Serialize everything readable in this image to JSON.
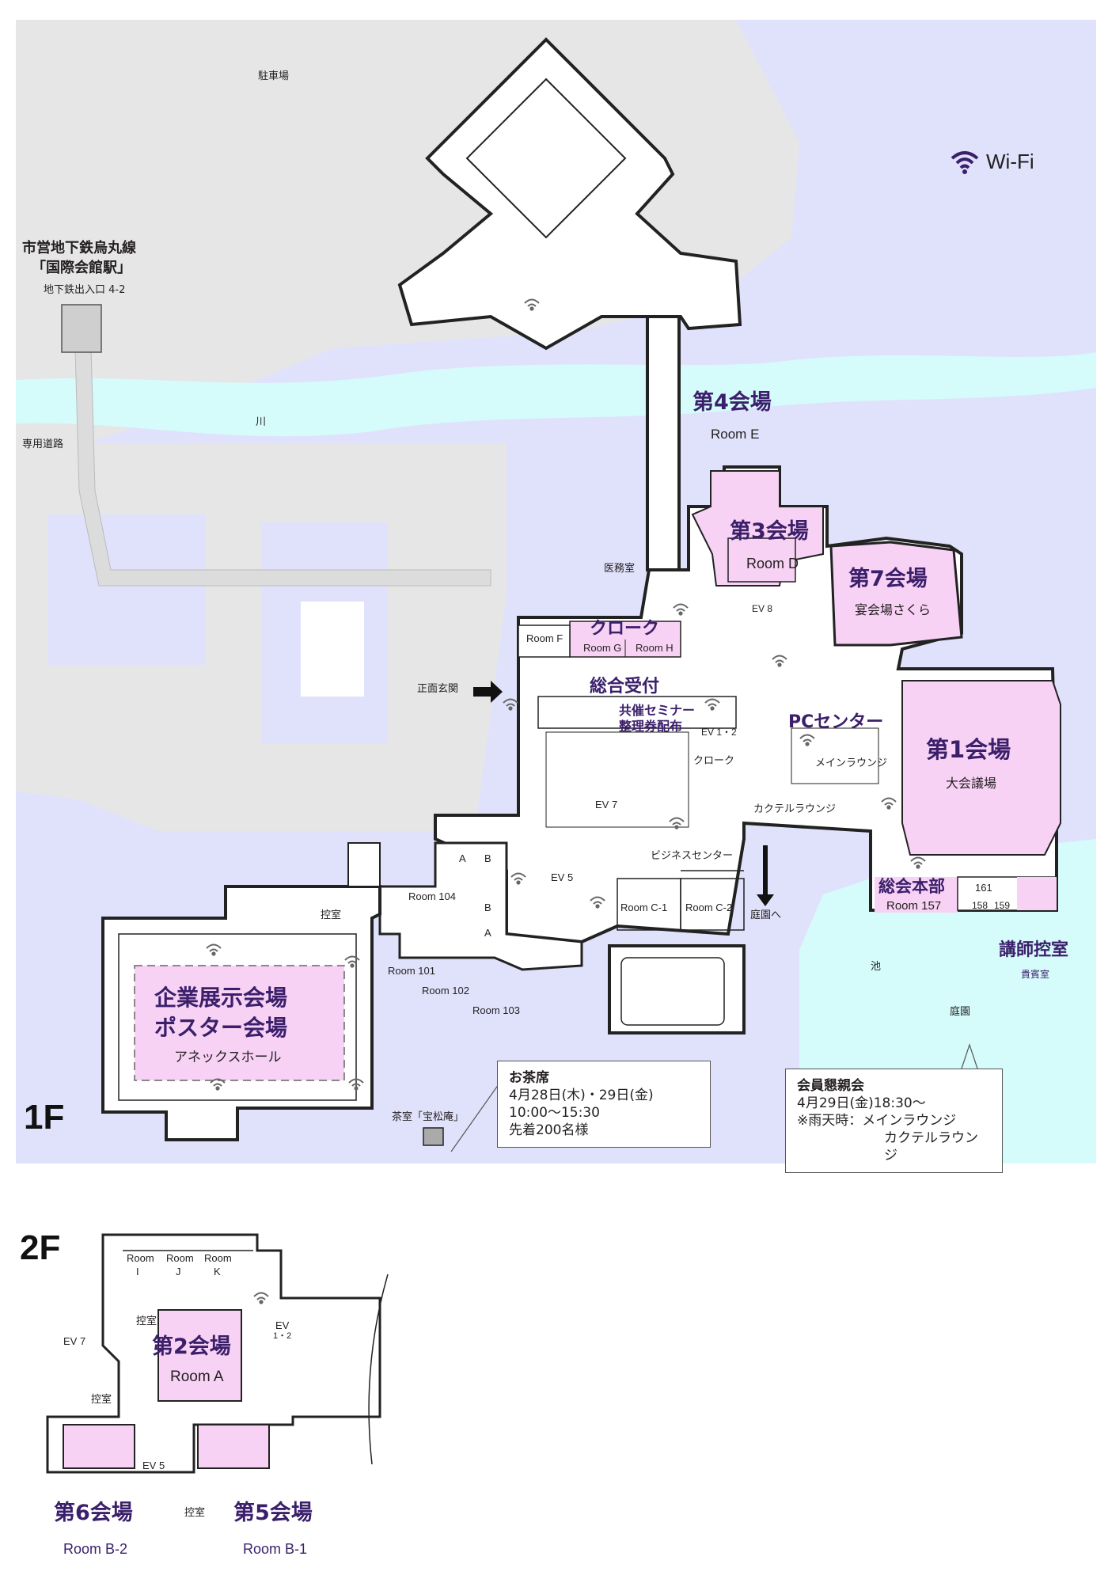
{
  "legend": {
    "wifi_label": "Wi-Fi",
    "wifi_icon": "wifi-icon"
  },
  "colors": {
    "water": "#e0e2fb",
    "river": "#d5fbfb",
    "road": "#e6e6e6",
    "hall": "#f7d2f4",
    "building": "#ffffff",
    "label": "#3b1f6b"
  },
  "floors": {
    "f1": "1F",
    "f2": "2F"
  },
  "surroundings": {
    "parking": "駐車場",
    "subway_line1": "市営地下鉄烏丸線",
    "subway_line2": "「国際会館駅」",
    "subway_exit": "地下鉄出入口 4-2",
    "river": "川",
    "private_road": "専用道路",
    "main_entrance": "正面玄関",
    "to_garden": "庭園へ",
    "pond": "池",
    "garden": "庭園",
    "tea_room": "茶室「宝松庵」"
  },
  "venues_1f": {
    "room4": "第4会場",
    "room4_sub": "Room E",
    "room3": "第3会場",
    "room3_sub": "Room D",
    "room7": "第7会場",
    "room7_sub": "宴会場さくら",
    "cloak": "クローク",
    "reception": "総合受付",
    "seminar1": "共催セミナー",
    "seminar2": "整理券配布",
    "pc_center": "PCセンター",
    "room1": "第1会場",
    "room1_sub": "大会議場",
    "hq": "総会本部",
    "hq_sub": "Room 157",
    "speaker": "講師控室",
    "speaker_sub": "貴賓室",
    "expo1": "企業展示会場",
    "expo2": "ポスター会場",
    "expo_sub": "アネックスホール"
  },
  "rooms_1f": {
    "room_f": "Room F",
    "room_g": "Room G",
    "room_h": "Room H",
    "medical": "医務室",
    "ev8": "EV 8",
    "ev12": "EV 1・2",
    "cloak_small": "クローク",
    "main_lounge": "メインラウンジ",
    "cocktail": "カクテルラウンジ",
    "ev7": "EV 7",
    "business": "ビジネスセンター",
    "ev5": "EV 5",
    "room_c1": "Room C-1",
    "room_c2": "Room C-2",
    "room104": "Room 104",
    "room101": "Room 101",
    "room102": "Room 102",
    "room103": "Room 103",
    "a": "A",
    "b": "B",
    "r161": "161",
    "r158": "158",
    "r159": "159",
    "waiting": "控室"
  },
  "tea_box": {
    "title": "お茶席",
    "line1": "4月28日(木)・29日(金)",
    "line2": "10:00～15:30",
    "line3": "先着200名様"
  },
  "party_box": {
    "title": "会員懇親会",
    "line1": "4月29日(金)18:30～",
    "line2": "※雨天時：メインラウンジ",
    "line3": "カクテルラウンジ"
  },
  "f2": {
    "room_i1": "Room",
    "room_i2": "I",
    "room_j1": "Room",
    "room_j2": "J",
    "room_k1": "Room",
    "room_k2": "K",
    "waiting": "控室",
    "ev7": "EV 7",
    "ev_a": "EV",
    "ev_b": "1・2",
    "room2": "第2会場",
    "room2_sub": "Room A",
    "waiting2": "控室",
    "ev5": "EV 5",
    "waiting3": "控室",
    "room6": "第6会場",
    "room6_sub": "Room B-2",
    "room5": "第5会場",
    "room5_sub": "Room B-1"
  }
}
